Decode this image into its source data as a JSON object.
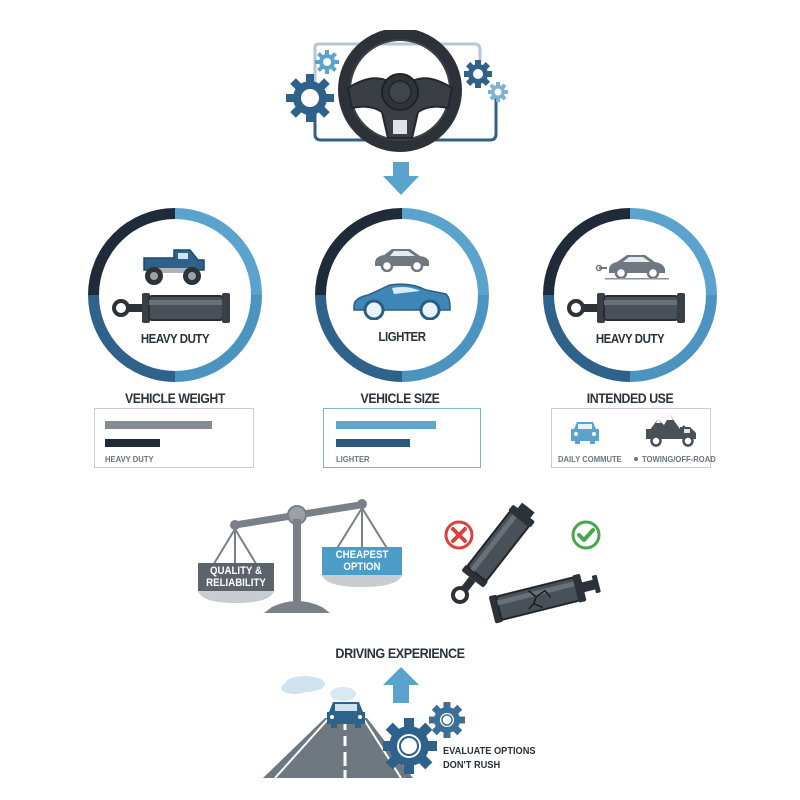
{
  "header": {
    "icon": "steering-wheel-with-gears-icon",
    "arrow": "arrow-down-icon"
  },
  "factors": [
    {
      "title": "VEHICLE WEIGHT",
      "ring_label": "HEAVY DUTY",
      "icons": [
        "monster-truck-icon",
        "shock-absorber-icon"
      ],
      "box_label": "HEAVY DUTY",
      "bars": [
        {
          "width_pct": 80,
          "color": "#858c94"
        },
        {
          "width_pct": 41,
          "color": "#1f2b38"
        }
      ]
    },
    {
      "title": "VEHICLE SIZE",
      "ring_label": "LIGHTER",
      "icons": [
        "small-car-icon",
        "sports-car-icon"
      ],
      "box_label": "LIGHTER",
      "bars": [
        {
          "width_pct": 76,
          "color": "#5fa6cc"
        },
        {
          "width_pct": 55,
          "color": "#2c5a7c"
        }
      ]
    },
    {
      "title": "INTENDED USE",
      "ring_label": "HEAVY DUTY",
      "icons": [
        "towing-car-icon",
        "shock-absorber-icon"
      ],
      "options": [
        {
          "label": "DAILY COMMUTE",
          "icon": "car-front-icon"
        },
        {
          "label": "TOWING/OFF-ROAD",
          "icon": "truck-mountains-icon"
        }
      ]
    }
  ],
  "scale": {
    "left_label": "QUALITY & RELIABILITY",
    "right_label": "CHEAPEST OPTION"
  },
  "comparison": {
    "bad_icon": "x-circle-icon",
    "good_icon": "check-circle-icon"
  },
  "footer": {
    "title": "DRIVING EXPERIENCE",
    "line1": "EVALUATE OPTIONS",
    "line2": "DON'T RUSH"
  },
  "colors": {
    "dark_navy": "#1f2b38",
    "mid_blue": "#2f628a",
    "light_blue": "#5aa3cc",
    "gray": "#6f7780",
    "red": "#d9423f",
    "green": "#4aa64a"
  }
}
